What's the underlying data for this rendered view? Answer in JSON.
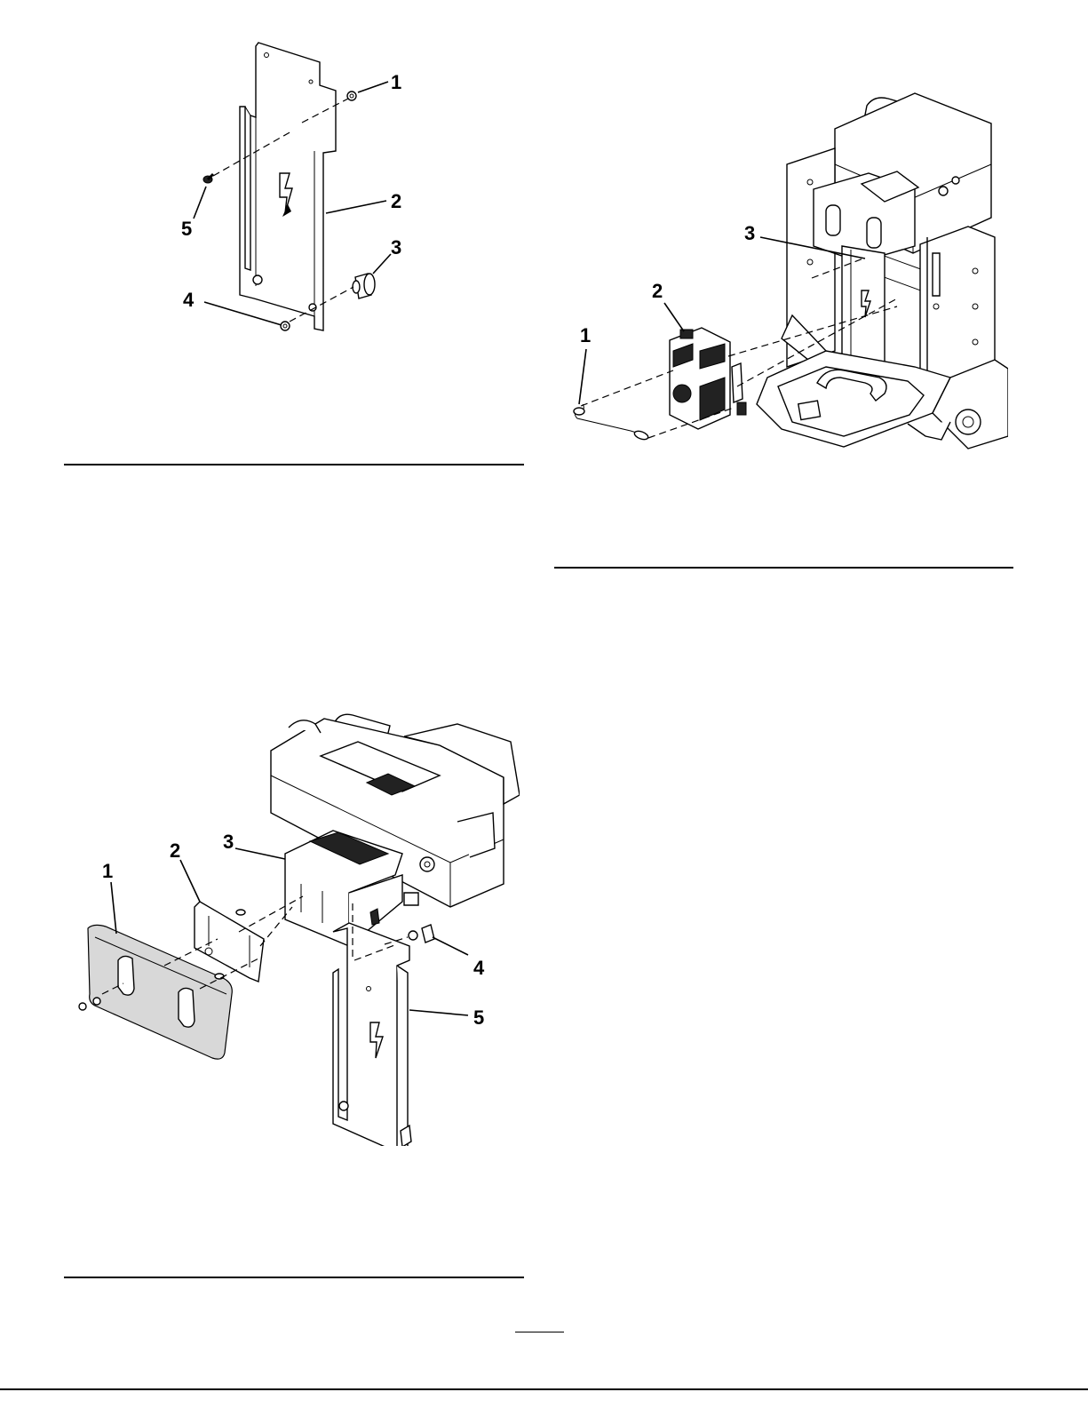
{
  "figures": [
    {
      "id": "figure-top-left",
      "callouts": [
        "1",
        "2",
        "3",
        "4",
        "5"
      ]
    },
    {
      "id": "figure-top-right",
      "callouts": [
        "1",
        "2",
        "3"
      ]
    },
    {
      "id": "figure-bottom-left",
      "callouts": [
        "1",
        "2",
        "3",
        "4",
        "5"
      ]
    }
  ],
  "colors": {
    "ink": "#000000",
    "paper": "#ffffff",
    "shade": "#d8d8d8"
  },
  "icons": [
    "electrical-hazard-icon"
  ]
}
